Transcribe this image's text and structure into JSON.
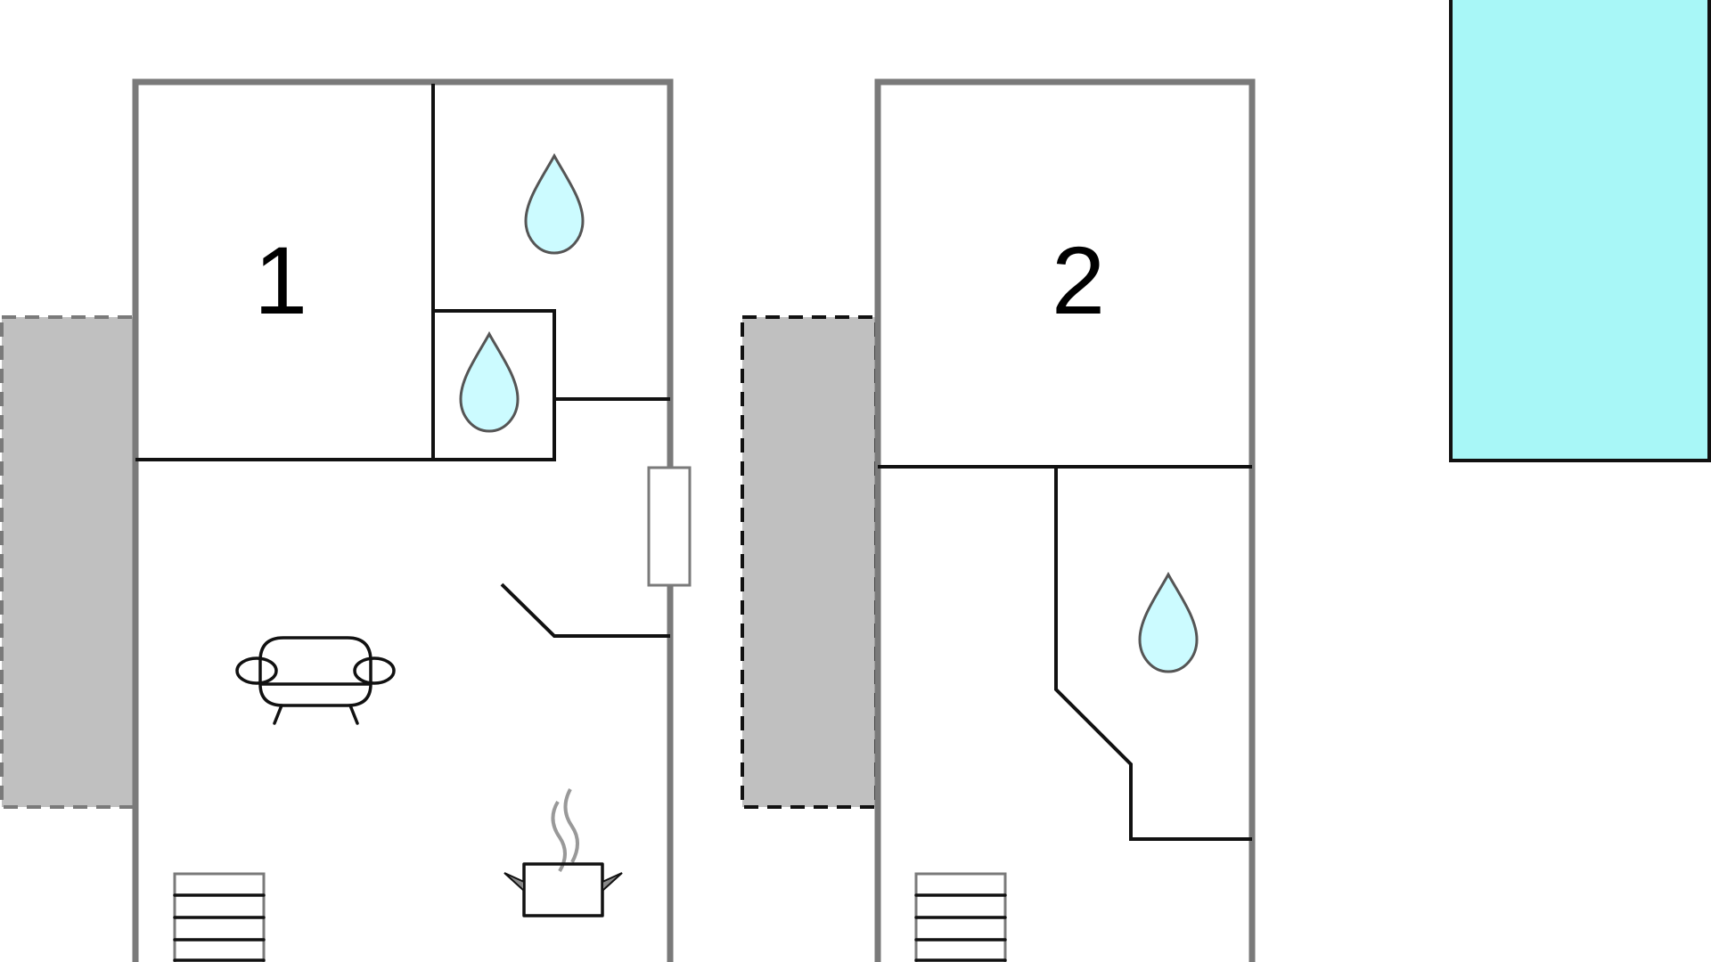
{
  "floors": [
    {
      "room_number": "1"
    },
    {
      "room_number": "2"
    }
  ],
  "colors": {
    "outer_wall": "#7a7a7a",
    "inner_wall": "#111111",
    "terrace": "#c0c0c0",
    "water": "#ccfbff",
    "pool": "#a8f7f7"
  },
  "icons": [
    "water-drop-icon",
    "sofa-icon",
    "cooking-pot-icon",
    "stairs-icon",
    "window-icon",
    "pool"
  ]
}
